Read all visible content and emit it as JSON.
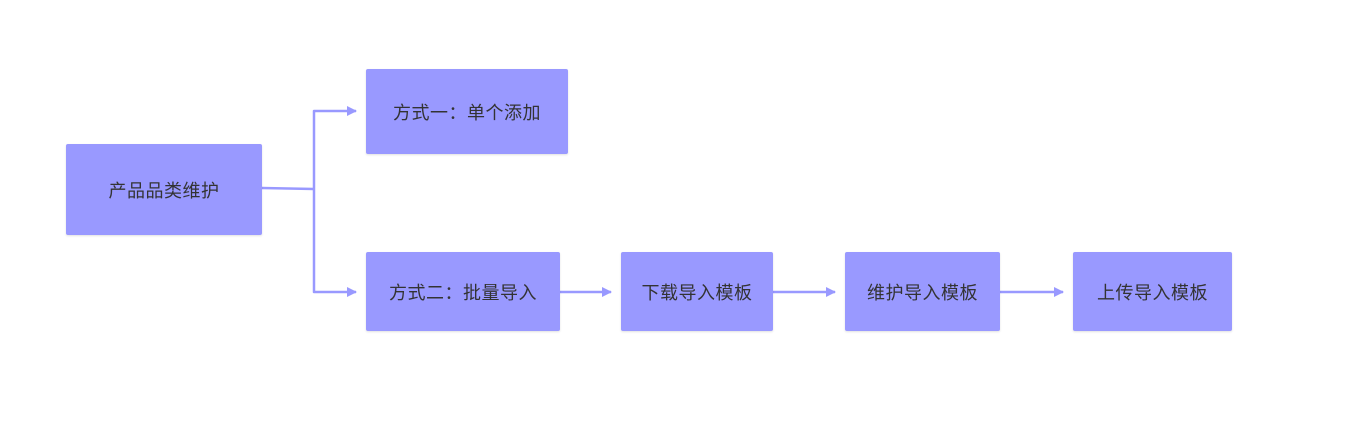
{
  "diagram": {
    "accent_color": "#9999ff",
    "line_color": "#9999ff",
    "text_color": "#333333",
    "nodes": {
      "root": "产品品类维护",
      "single": "方式一：单个添加",
      "batch": "方式二：批量导入",
      "download": "下载导入模板",
      "maintain": "维护导入模板",
      "upload": "上传导入模板"
    }
  }
}
